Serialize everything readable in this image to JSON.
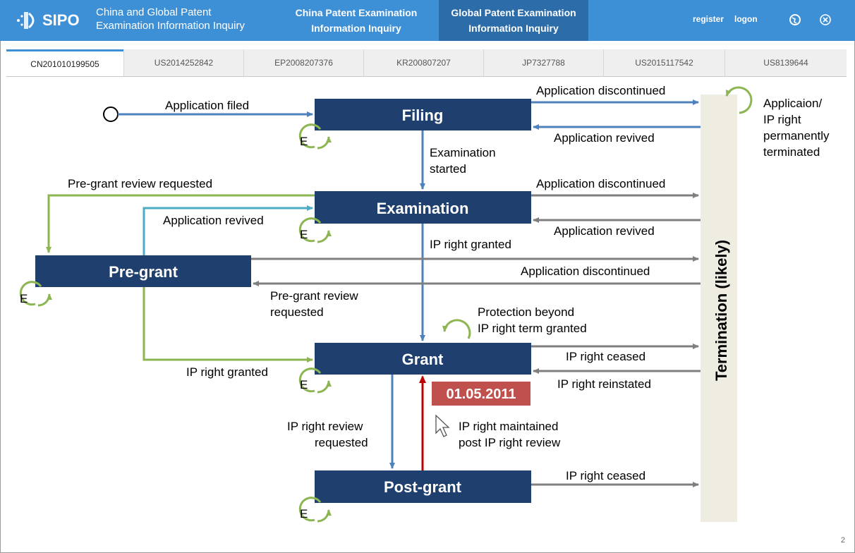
{
  "topbar": {
    "logo_text": "SIPO",
    "brand_line1": "China and Global Patent",
    "brand_line2": "Examination Information Inquiry",
    "nav": [
      {
        "line1": "China Patent Examination",
        "line2": "Information Inquiry",
        "active": false
      },
      {
        "line1": "Global Patent Examination",
        "line2": "Information Inquiry",
        "active": true
      }
    ],
    "register_label": "register",
    "logon_label": "logon",
    "globe_icon": "globe-icon",
    "close_icon": "close-icon",
    "colors": {
      "bar": "#3d8fd6",
      "active": "#2c6ca9"
    }
  },
  "patent_tabs": [
    "CN201010199505",
    "US2014252842",
    "EP2008207376",
    "KR200807207",
    "JP7327788",
    "US2015117542",
    "US8139644"
  ],
  "active_tab_index": 0,
  "diagram": {
    "states": {
      "filing": "Filing",
      "examination": "Examination",
      "pregrant": "Pre-grant",
      "grant": "Grant",
      "postgrant": "Post-grant",
      "termination": "Termination (likely)"
    },
    "self_loop_label": "E",
    "labels": {
      "application_filed": "Application filed",
      "filing_discontinued": "Application discontinued",
      "filing_revived": "Application revived",
      "terminated_line1": "Applicaion/",
      "terminated_line2": "IP right",
      "terminated_line3": "permanently",
      "terminated_line4": "terminated",
      "exam_started_line1": "Examination",
      "exam_started_line2": "started",
      "pregrant_review_requested_top": "Pre-grant review requested",
      "exam_discontinued": "Application discontinued",
      "exam_app_revived_left": "Application revived",
      "exam_app_revived_right": "Application revived",
      "ip_right_granted_center": "IP right granted",
      "pregrant_discontinued": "Application discontinued",
      "pregrant_review_line1": "Pre-grant review",
      "pregrant_review_line2": "requested",
      "protection_line1": "Protection beyond",
      "protection_line2": "IP right term granted",
      "ip_right_granted_left": "IP right granted",
      "grant_ceased": "IP right ceased",
      "grant_reinstated": "IP right reinstated",
      "date_badge": "01.05.2011",
      "review_requested_line1": "IP right review",
      "review_requested_line2": "requested",
      "maintained_line1": "IP right maintained",
      "maintained_line2": "post IP right review",
      "postgrant_ceased": "IP right ceased"
    },
    "colors": {
      "state_box": "#1f3f6e",
      "blue_arrow": "#4f81bd",
      "gray_arrow": "#7f7f7f",
      "green_arrow": "#8db552",
      "cyan_arrow": "#4bacc6",
      "red_arrow": "#c00000",
      "badge": "#c0504d",
      "termination_bar": "#efece1"
    }
  },
  "page_number": "2"
}
